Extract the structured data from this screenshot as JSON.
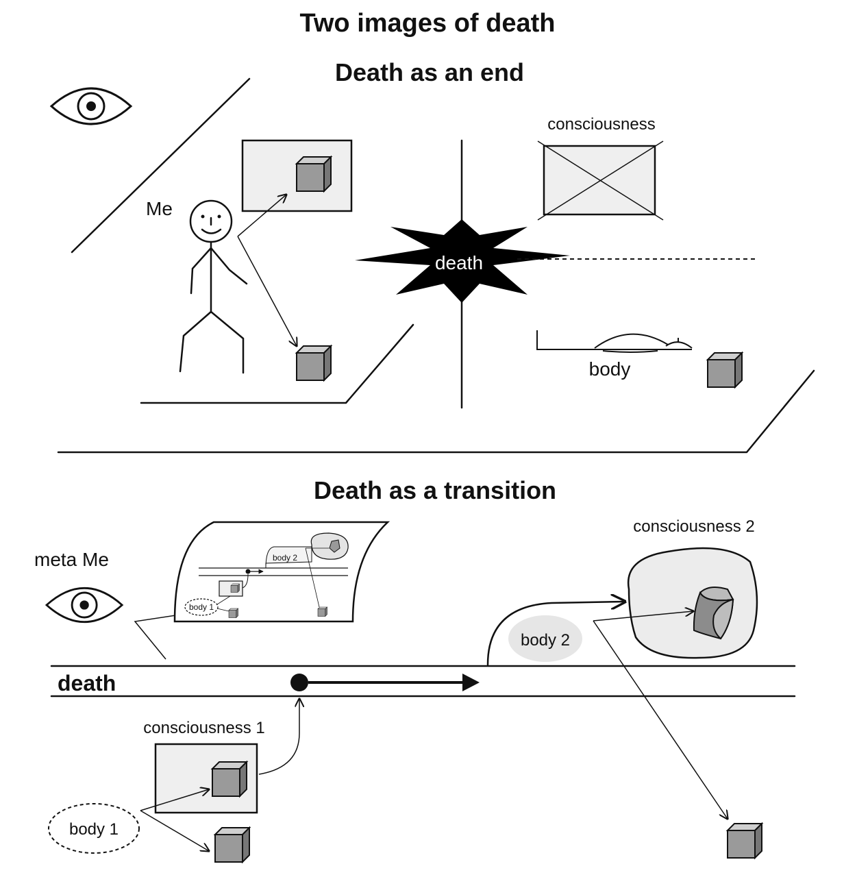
{
  "title": "Two images of death",
  "top": {
    "heading": "Death as an end",
    "me_label": "Me",
    "consciousness_label": "consciousness",
    "death_label": "death",
    "body_label": "body"
  },
  "bottom": {
    "heading": "Death as a transition",
    "meta_me_label": "meta Me",
    "death_label": "death",
    "consciousness1_label": "consciousness 1",
    "consciousness2_label": "consciousness 2",
    "body1_label": "body 1",
    "body2_label": "body 2",
    "mini_body1_label": "body 1",
    "mini_body2_label": "body 2"
  },
  "icons": [
    "eye-icon",
    "cube-icon",
    "starburst-icon",
    "stick-figure-icon"
  ],
  "colors": {
    "ink": "#111111",
    "panel_fill": "#efefef",
    "cube_front": "#9a9a9a",
    "cube_top": "#cfcfcf",
    "cube_side": "#777777",
    "burst": "#000000"
  }
}
